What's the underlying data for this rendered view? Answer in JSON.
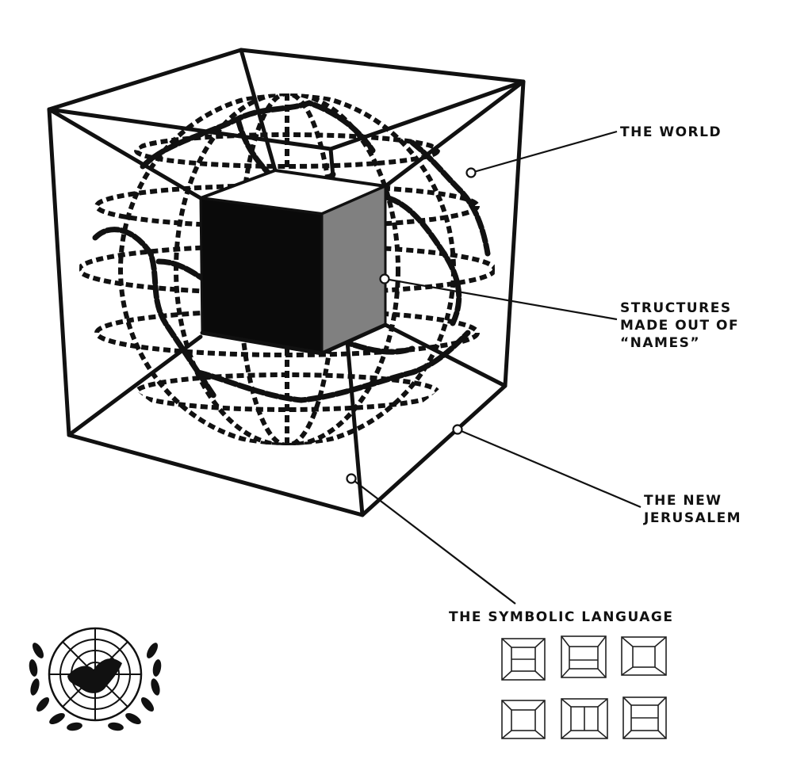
{
  "labels": {
    "world": "THE WORLD",
    "structures_line1": "STRUCTURES",
    "structures_line2": "MADE OUT OF",
    "structures_line3": "“NAMES”",
    "jerusalem_line1": "THE NEW",
    "jerusalem_line2": "JERUSALEM",
    "symbolic": "THE SYMBOLIC LANGUAGE"
  },
  "emblem": "un-emblem-icon",
  "colors": {
    "ink": "#111111",
    "inner_cube_front": "#0a0a0a",
    "inner_cube_side": "#808080",
    "background": "#ffffff"
  }
}
